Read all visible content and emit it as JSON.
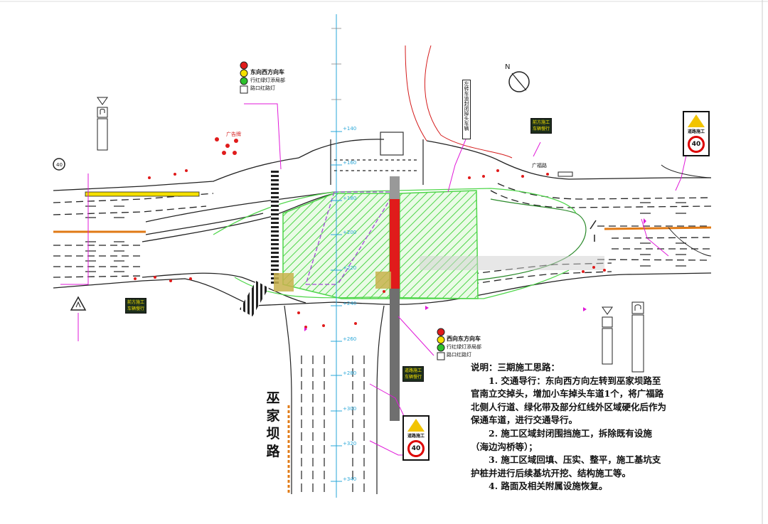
{
  "notes": {
    "title": "说明：三期施工思路：",
    "items": [
      "1. 交通导行：东向西方向左转到巫家坝路至官南立交掉头，增加小车掉头车道1个，将广福路北侧人行道、绿化带及部分红线外区域硬化后作为保通车道，进行交通导行。",
      "2. 施工区域封闭围挡施工，拆除既有设施（海边沟桥等）；",
      "3. 施工区域回填、压实、整平，施工基坑支护桩并进行后续基坑开挖、结构施工等。",
      "4. 路面及相关附属设施恢复。"
    ]
  },
  "road_name": [
    "巫",
    "家",
    "坝",
    "路"
  ],
  "signals": {
    "top": {
      "line1": "东向西方向车",
      "line2": "行红绿灯添局部",
      "line3": "路口红路灯"
    },
    "bottom": {
      "line1": "西向东方向车",
      "line2": "行红绿灯添局部",
      "line3": "路口红路灯"
    }
  },
  "labels": {
    "guangfu_road": "广福路",
    "guangfu_road_top": "广告牌",
    "top_center_vertical": "左转车道封闭掉头车辆",
    "station_plus140": "+140",
    "station_plus160": "+160",
    "station_plus180": "+180",
    "station_plus200": "+200",
    "station_plus220": "+220",
    "station_plus240": "+240",
    "station_plus260": "+260",
    "station_plus280": "+280",
    "station_plus300": "+300",
    "station_plus320": "+320",
    "station_plus340": "+340"
  },
  "signs": {
    "roadwork_text": "道路施工",
    "speed_limit": "40",
    "panel_line1": "前方施工",
    "panel_line2": "车辆慢行",
    "panel_line3": "道路施工"
  },
  "colors": {
    "work_zone_fill": "#6ee06a",
    "red_bar": "#e01b1b",
    "road_line": "#222222",
    "magenta": "#e01ad8",
    "cyan": "#2aa7d8",
    "orange": "#e07a16"
  }
}
